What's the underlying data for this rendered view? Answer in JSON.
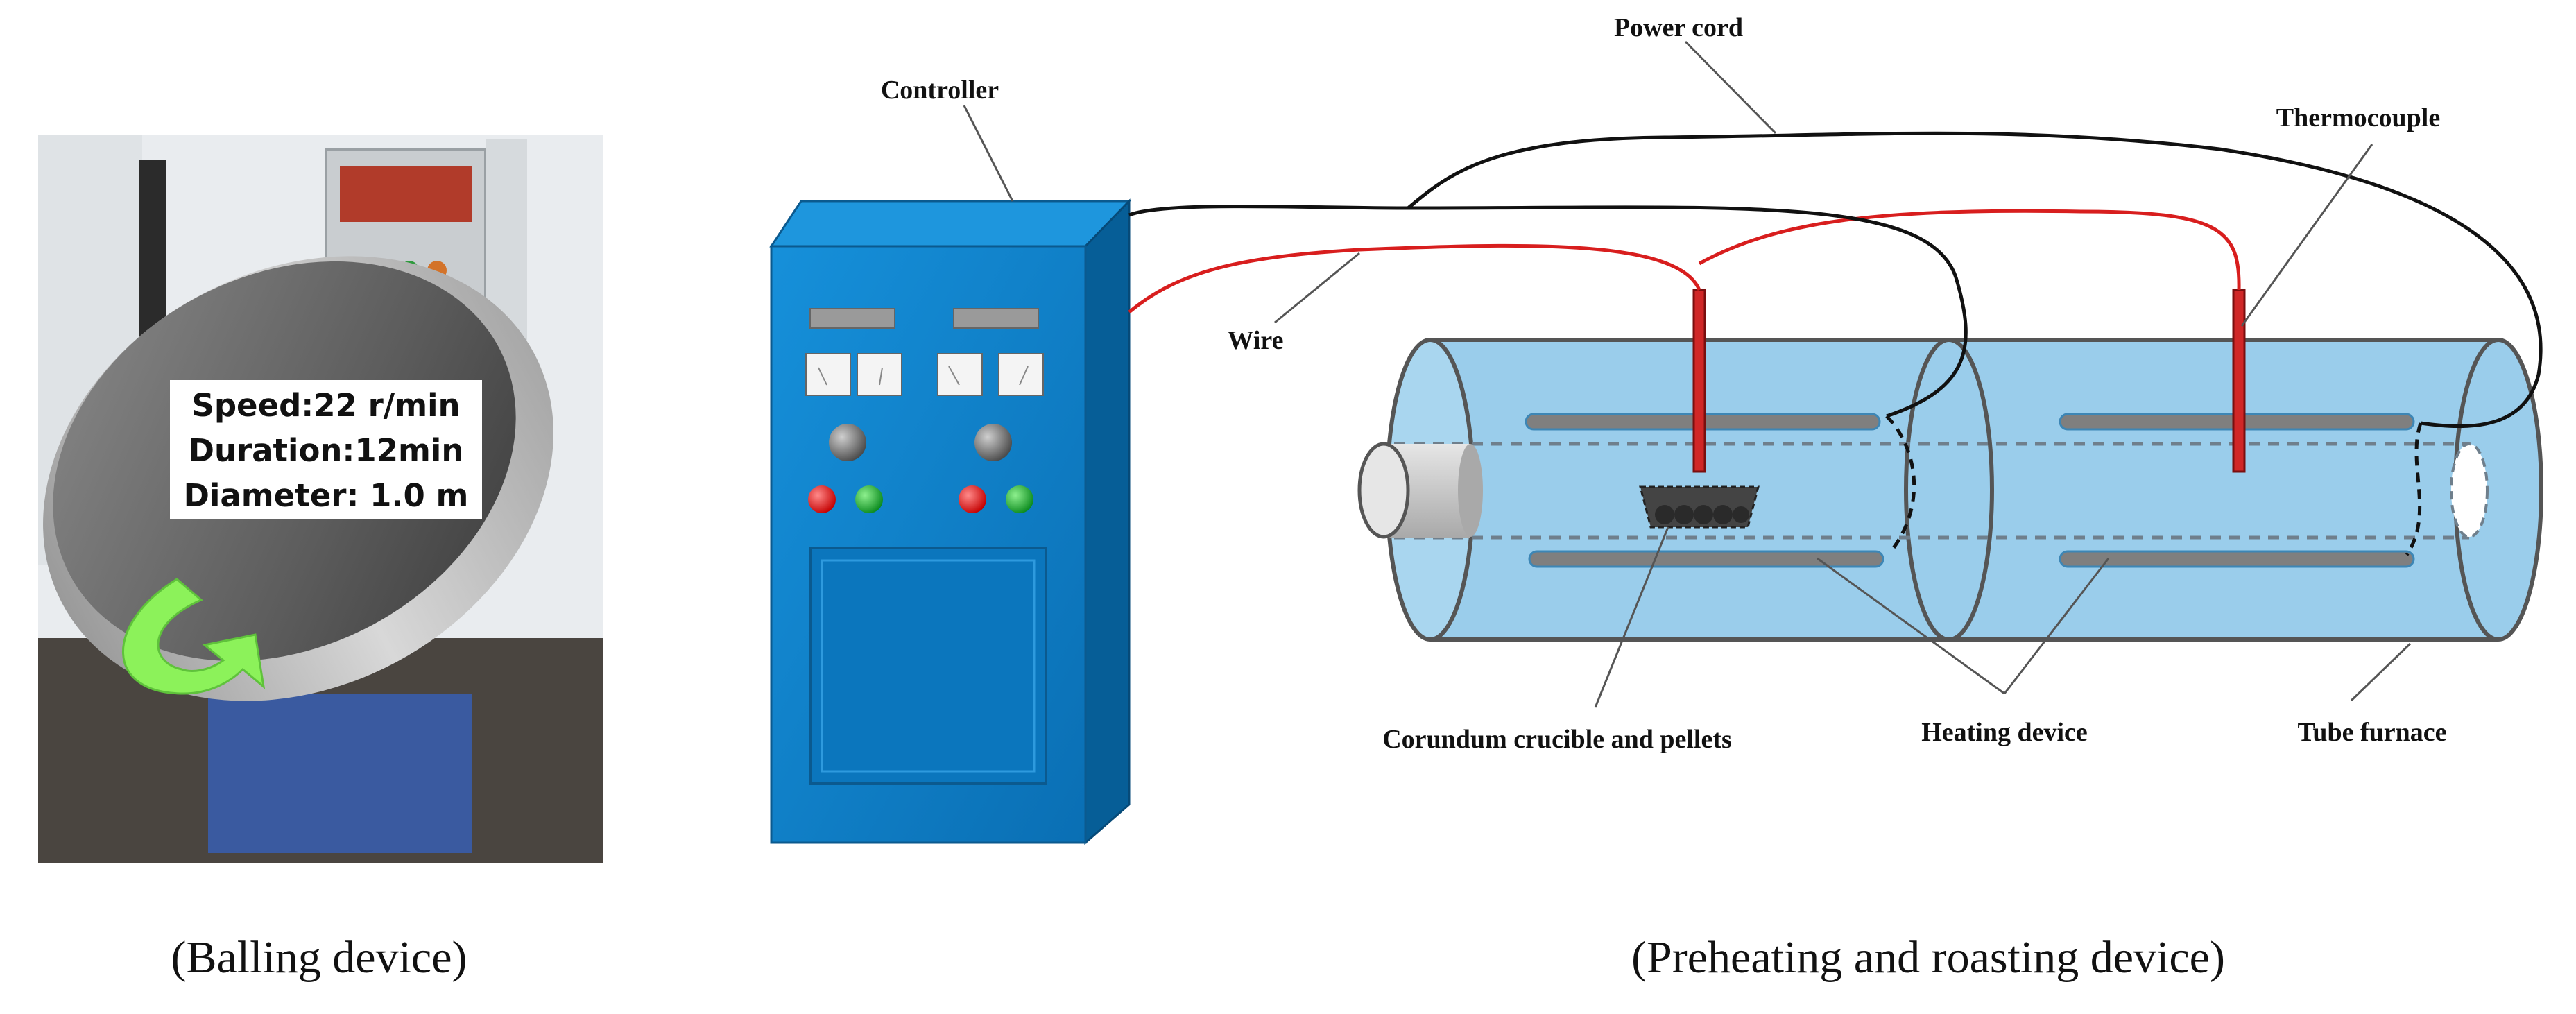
{
  "balling": {
    "caption": "(Balling device)",
    "overlay": [
      "Speed:22 r/min",
      "Duration:12min",
      "Diameter: 1.0 m"
    ],
    "arrow_color": "#8CF25A"
  },
  "roasting": {
    "caption": "(Preheating and roasting device)",
    "labels": {
      "controller": "Controller",
      "power_cord": "Power cord",
      "thermocouple": "Thermocouple",
      "wire": "Wire",
      "crucible": "Corundum crucible and pellets",
      "heating": "Heating device",
      "furnace": "Tube furnace"
    }
  },
  "colors": {
    "cabinet": "#0A7DC6",
    "cabinet_side": "#065E97",
    "tube": "#9ACDEB",
    "wire_red": "#D81E1E",
    "cord_black": "#111111",
    "thermocouple": "#D02727",
    "heater": "#7F7F7F"
  }
}
